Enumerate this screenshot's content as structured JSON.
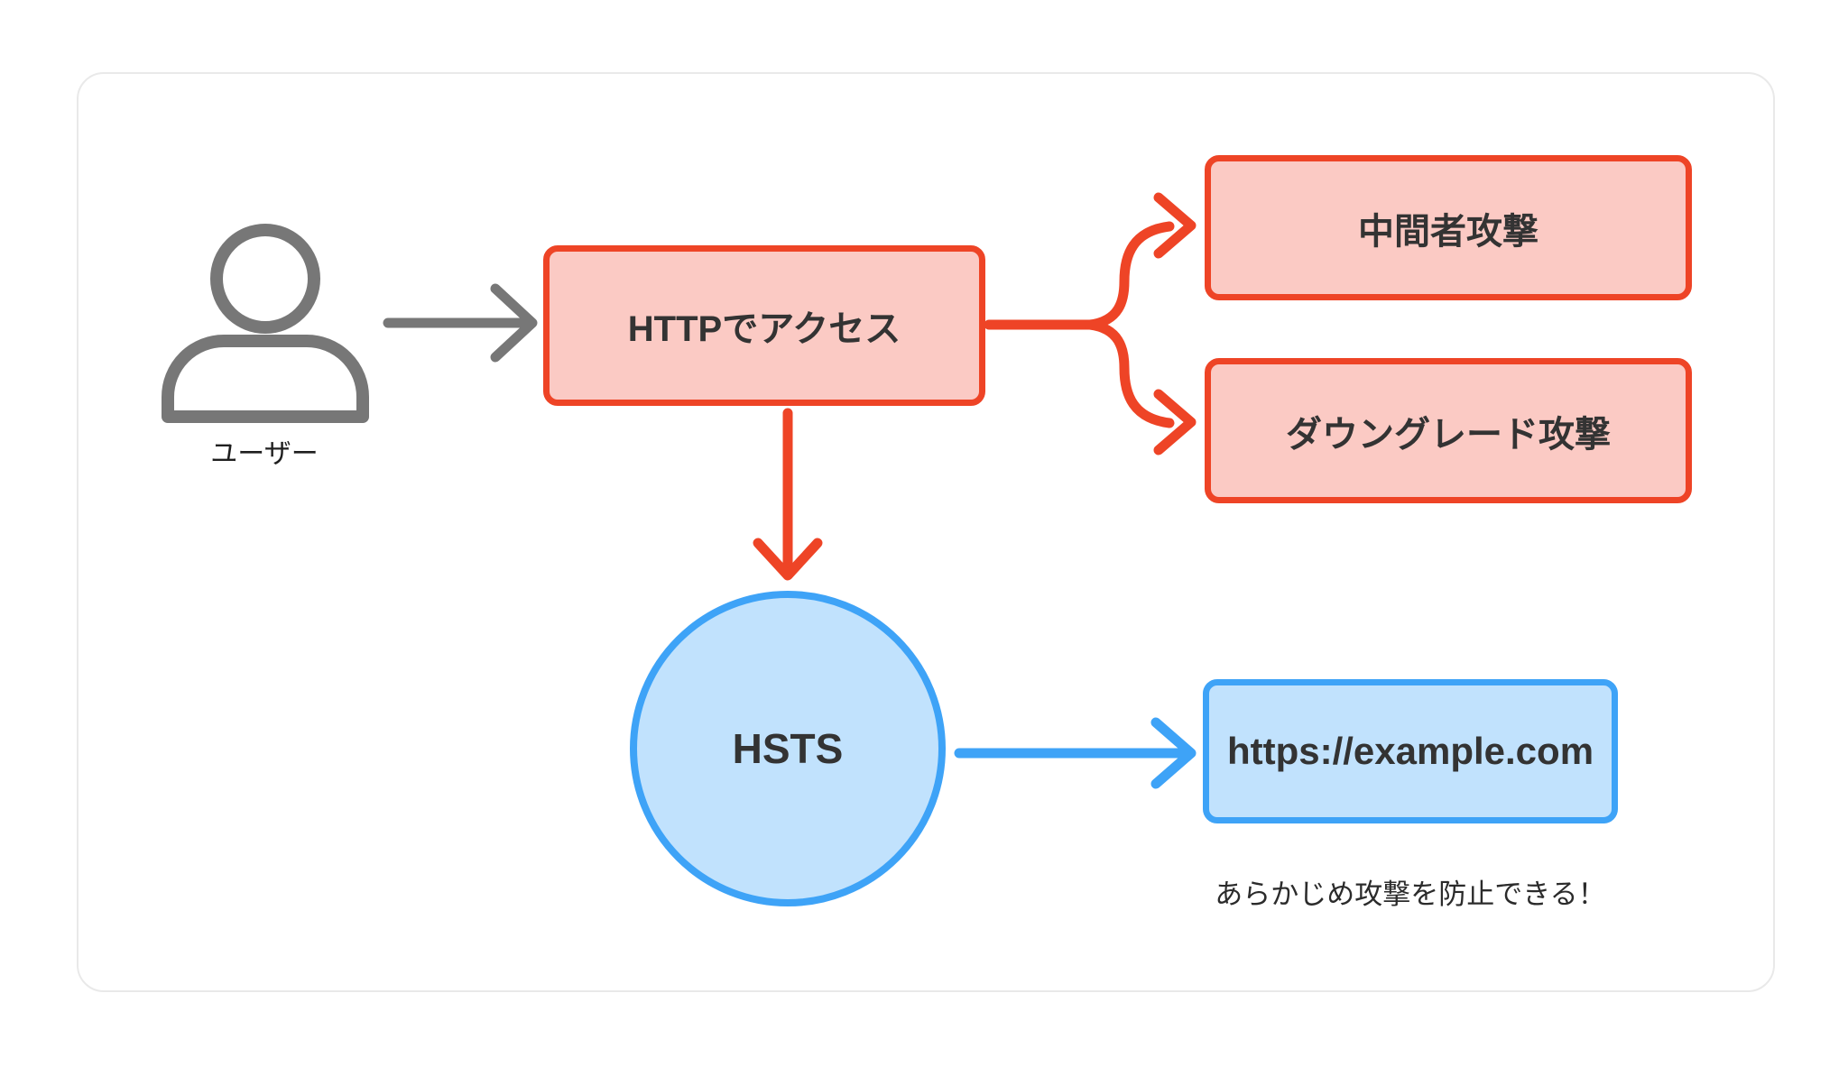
{
  "diagram": {
    "user": {
      "label": "ユーザー"
    },
    "http_access": {
      "label": "HTTPでアクセス"
    },
    "attacks": [
      {
        "label": "中間者攻撃"
      },
      {
        "label": "ダウングレード攻撃"
      }
    ],
    "hsts": {
      "label": "HSTS"
    },
    "https_site": {
      "label": "https://example.com"
    },
    "caption": "あらかじめ攻撃を防止できる！",
    "colors": {
      "danger_border": "#EE4426",
      "danger_fill": "#FBCAC4",
      "safe_border": "#3EA3F7",
      "safe_fill": "#C1E2FD",
      "neutral_gray": "#777777",
      "card_border": "#E9E9E9",
      "text": "#333333"
    }
  }
}
